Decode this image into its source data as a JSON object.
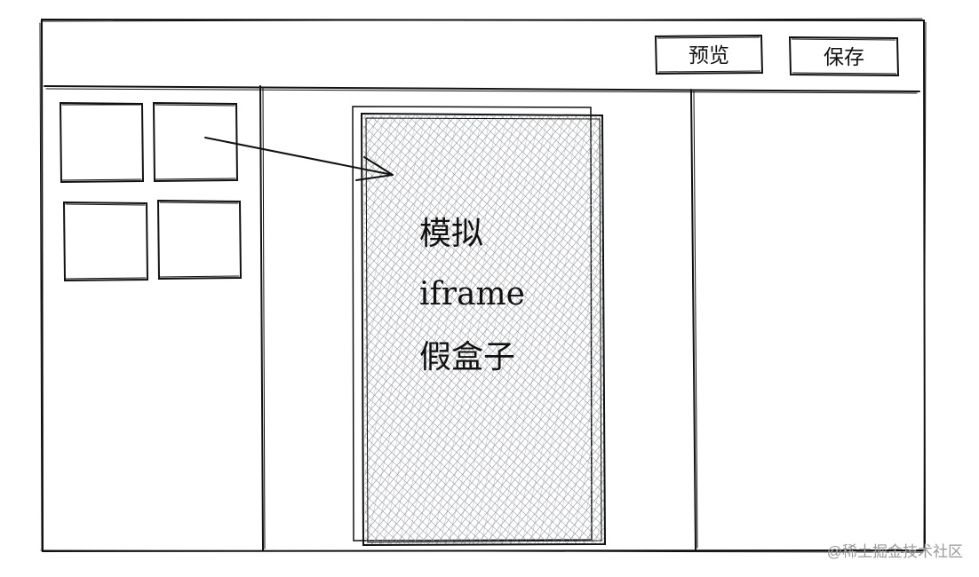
{
  "toolbar": {
    "preview_label": "预览",
    "save_label": "保存"
  },
  "canvas": {
    "mock_iframe": {
      "lines": [
        "模拟",
        "iframe",
        "假盒子"
      ]
    }
  },
  "watermark": "@稀土掘金技术社区",
  "colors": {
    "stroke": "#111111",
    "hatch": "#8a8f95",
    "background": "#ffffff"
  }
}
